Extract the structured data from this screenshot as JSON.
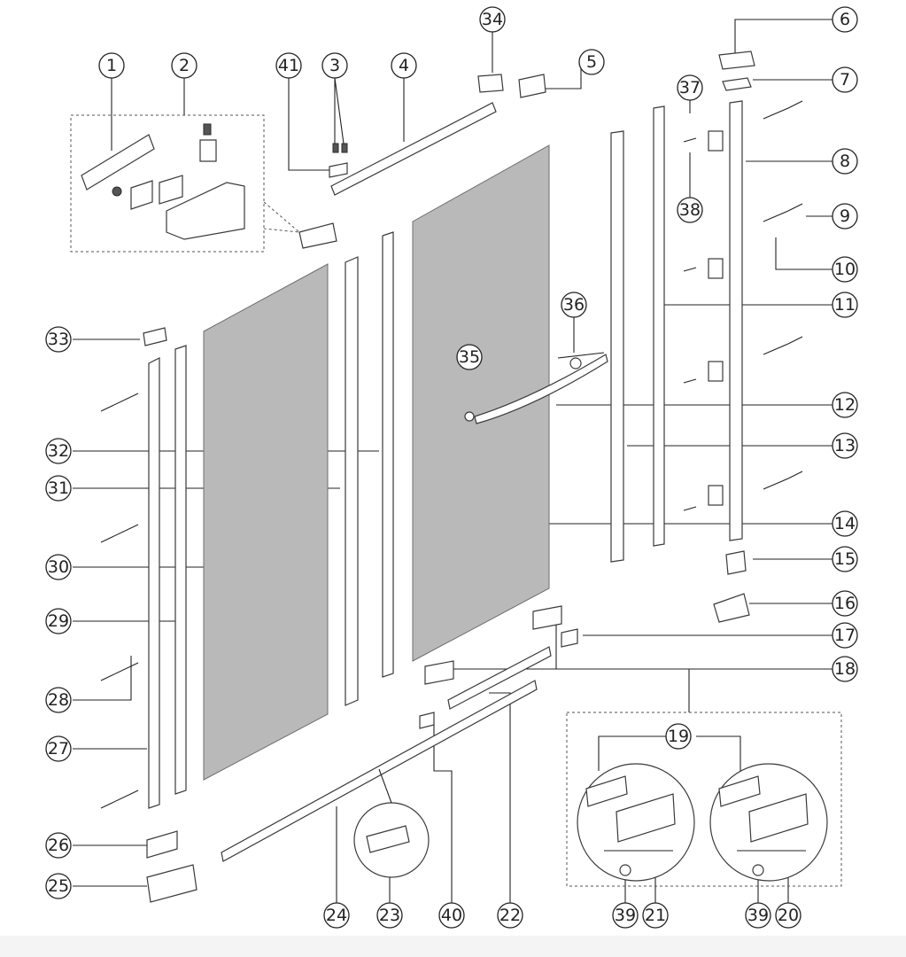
{
  "diagram": {
    "callouts": [
      {
        "id": "1",
        "label": "1"
      },
      {
        "id": "2",
        "label": "2"
      },
      {
        "id": "3",
        "label": "3"
      },
      {
        "id": "4",
        "label": "4"
      },
      {
        "id": "5",
        "label": "5"
      },
      {
        "id": "6",
        "label": "6"
      },
      {
        "id": "7",
        "label": "7"
      },
      {
        "id": "8",
        "label": "8"
      },
      {
        "id": "9",
        "label": "9"
      },
      {
        "id": "10",
        "label": "10"
      },
      {
        "id": "11",
        "label": "11"
      },
      {
        "id": "12",
        "label": "12"
      },
      {
        "id": "13",
        "label": "13"
      },
      {
        "id": "14",
        "label": "14"
      },
      {
        "id": "15",
        "label": "15"
      },
      {
        "id": "16",
        "label": "16"
      },
      {
        "id": "17",
        "label": "17"
      },
      {
        "id": "18",
        "label": "18"
      },
      {
        "id": "19",
        "label": "19"
      },
      {
        "id": "20",
        "label": "20"
      },
      {
        "id": "21",
        "label": "21"
      },
      {
        "id": "22",
        "label": "22"
      },
      {
        "id": "23",
        "label": "23"
      },
      {
        "id": "24",
        "label": "24"
      },
      {
        "id": "25",
        "label": "25"
      },
      {
        "id": "26",
        "label": "26"
      },
      {
        "id": "27",
        "label": "27"
      },
      {
        "id": "28",
        "label": "28"
      },
      {
        "id": "29",
        "label": "29"
      },
      {
        "id": "30",
        "label": "30"
      },
      {
        "id": "31",
        "label": "31"
      },
      {
        "id": "32",
        "label": "32"
      },
      {
        "id": "33",
        "label": "33"
      },
      {
        "id": "34",
        "label": "34"
      },
      {
        "id": "35",
        "label": "35"
      },
      {
        "id": "36",
        "label": "36"
      },
      {
        "id": "37",
        "label": "37"
      },
      {
        "id": "38",
        "label": "38"
      },
      {
        "id": "39a",
        "label": "39"
      },
      {
        "id": "39b",
        "label": "39"
      },
      {
        "id": "40",
        "label": "40"
      },
      {
        "id": "41",
        "label": "41"
      }
    ]
  }
}
